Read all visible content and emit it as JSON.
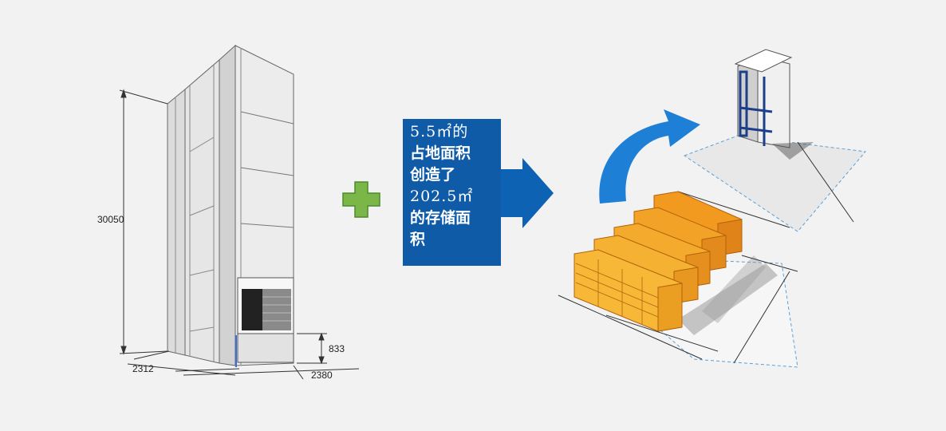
{
  "left_machine": {
    "height_label": "30050",
    "depth_label": "2312",
    "width_label": "2380",
    "opening_label": "833"
  },
  "callout": {
    "lines": [
      "5.5㎡的",
      "占地面积",
      "创造了",
      "202.5㎡",
      "的存储面",
      "积"
    ]
  },
  "colors": {
    "plus": "#7ab648",
    "callout_bg": "#0f5ba7",
    "arrow": "#0e62b4",
    "curved_arrow": "#1e7fd6",
    "pallet": "#f0a22a"
  },
  "icons": [
    "plus-icon",
    "right-arrow-icon",
    "curved-arrow-icon"
  ]
}
